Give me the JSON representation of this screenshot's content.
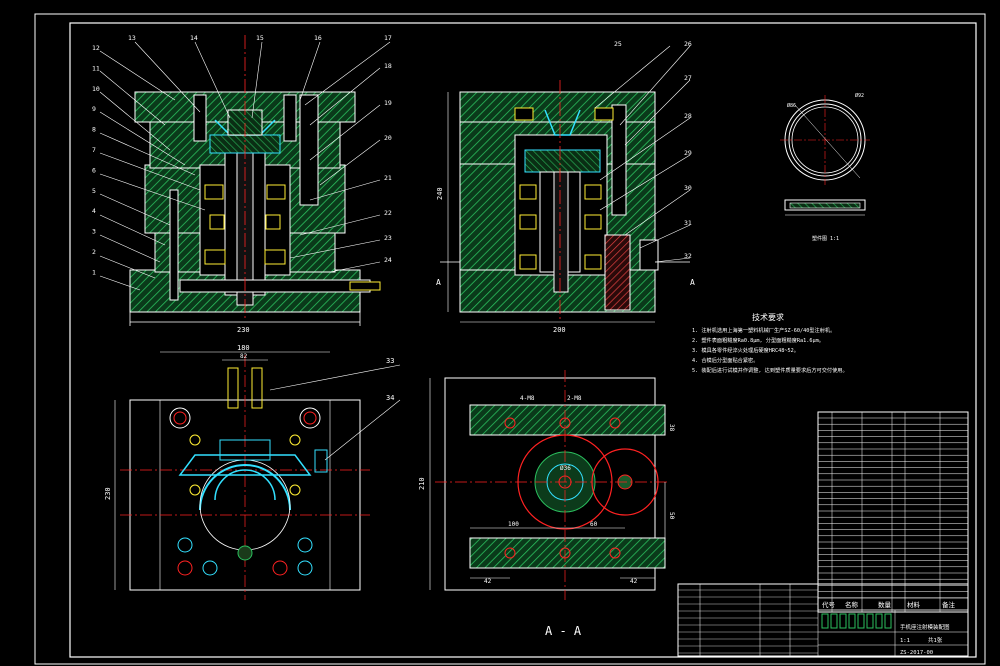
{
  "callouts_top_left": [
    "12",
    "11",
    "10",
    "9",
    "8",
    "7",
    "6",
    "5",
    "4",
    "3",
    "2",
    "1"
  ],
  "callouts_top": [
    "13",
    "14",
    "15",
    "16",
    "17"
  ],
  "callouts_right_left": [
    "18",
    "19",
    "20",
    "21",
    "22",
    "23",
    "24"
  ],
  "callouts_top_right": [
    "25",
    "26",
    "27",
    "28",
    "29",
    "30",
    "31",
    "32"
  ],
  "callouts_bottom_left": [
    "33",
    "34"
  ],
  "dims": {
    "front_width": "230",
    "side_width": "200",
    "side_height": "240",
    "plan_top": "180",
    "plan_sub": "82",
    "plan_left": "230",
    "aa_left": "210",
    "aa_h1": "4-M8",
    "aa_h2": "2-M8",
    "aa_d": "Ø36",
    "aa_w1": "100",
    "aa_w2": "60",
    "aa_b1": "42",
    "aa_b2": "42",
    "aa_r": "38",
    "aa_r2": "50",
    "part_d1": "Ø86",
    "part_d2": "Ø92"
  },
  "section_label": "A - A",
  "section_mark": "A",
  "tech_title": "技术要求",
  "tech_lines": [
    "1. 注射机选用上海第一塑料机械厂生产SZ-60/40型注射机。",
    "2. 塑件表面粗糙度Ra0.8μm, 分型面粗糙度Ra1.6μm。",
    "3. 模具各零件经淬火处理后硬度HRC48~52。",
    "4. 合模后分型面贴合紧密。",
    "5. 装配后进行试模并作调整, 达到塑件质量要求后方可交付使用。"
  ],
  "part_label": "塑件图 1:1",
  "title_block": {
    "drawing_name": "手机座注射模装配图",
    "drawing_no": "ZS-2017-00",
    "scale": "1:1",
    "sheet": "共1张",
    "header_cols": [
      "代号",
      "名称",
      "数量",
      "材料",
      "备注"
    ]
  },
  "colors": {
    "outline": "#ffffff",
    "hatch": "#22aa55",
    "centerline": "#ff2222",
    "cyan": "#33e0ff",
    "yellow": "#ffee33",
    "leader": "#ffffff"
  }
}
